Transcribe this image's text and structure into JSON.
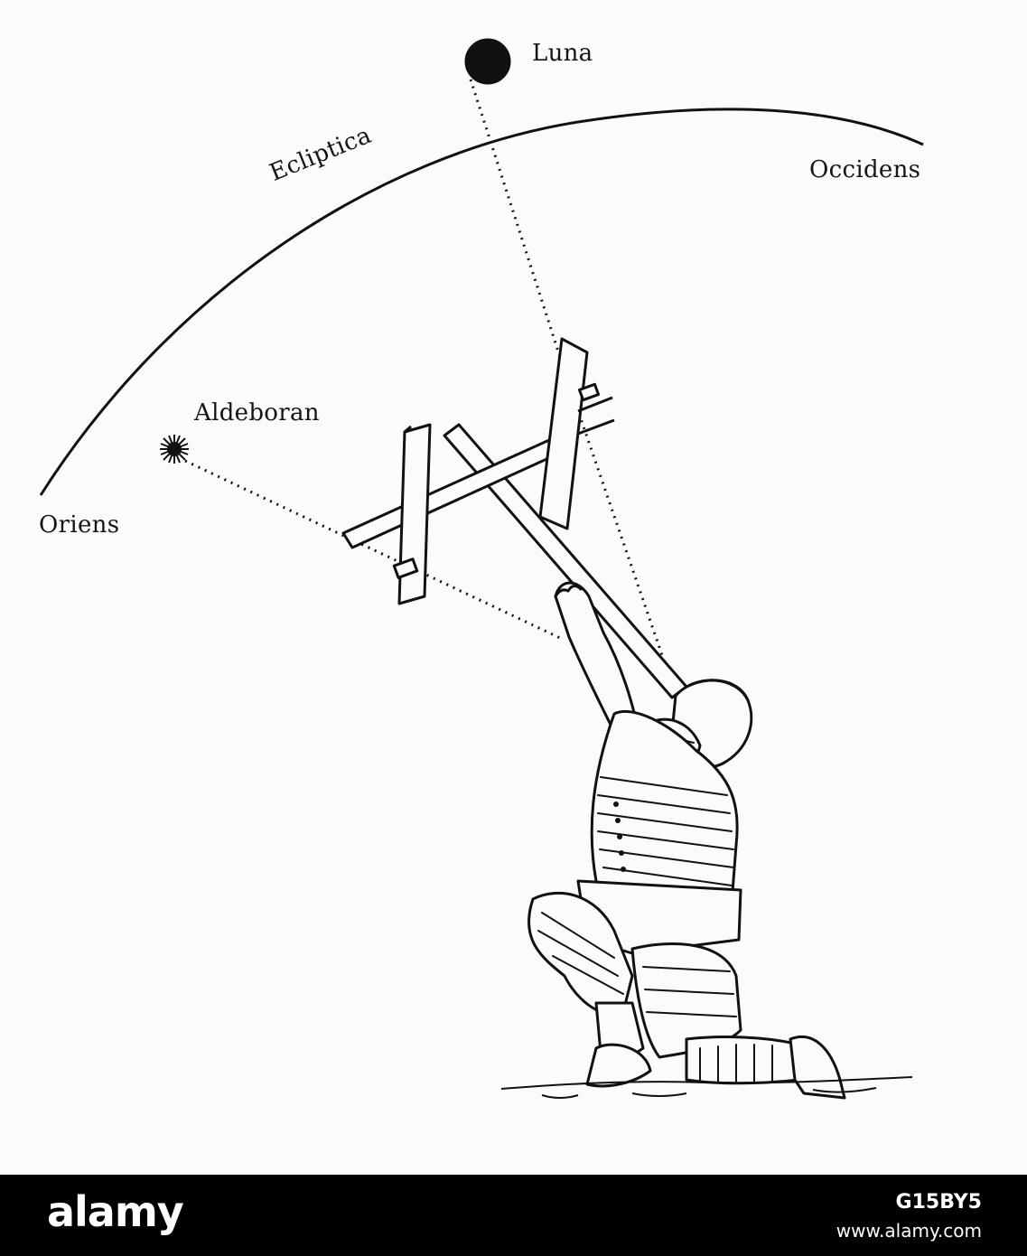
{
  "labels": {
    "luna": "Luna",
    "occidens": "Occidens",
    "ecliptica": "Ecliptica",
    "aldeboran": "Aldeboran",
    "oriens": "Oriens"
  },
  "watermark": {
    "logo": "alamy",
    "image_id": "G15BY5",
    "url": "www.alamy.com"
  }
}
